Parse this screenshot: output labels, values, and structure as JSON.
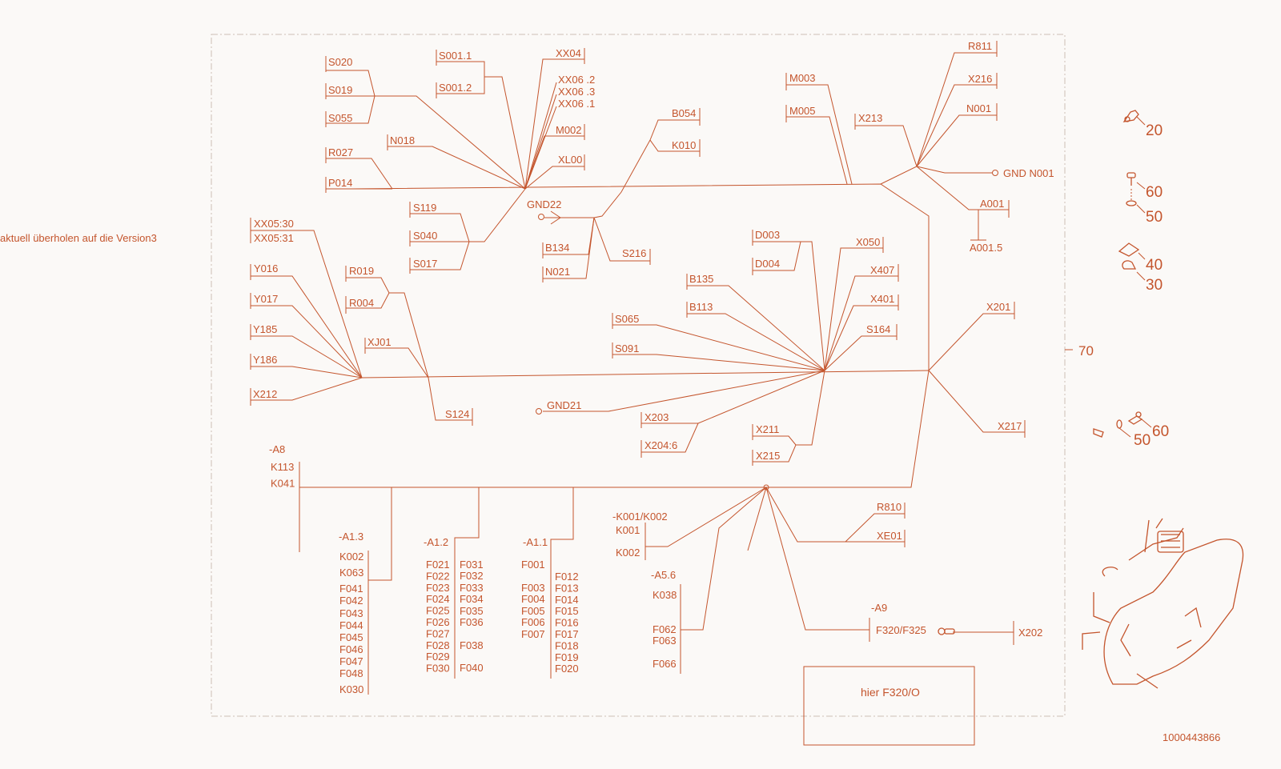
{
  "note": "aktuell überholen auf die Version3",
  "document_number": "1000443866",
  "hint_box": "hier F320/O",
  "harness_callout": "70",
  "connectors": {
    "s020": "S020",
    "s019": "S019",
    "s055": "S055",
    "s001_1": "S001.1",
    "s001_2": "S001.2",
    "xx04": "XX04",
    "xx06_2": "XX06 .2",
    "xx06_3": "XX06 .3",
    "xx06_1": "XX06 .1",
    "m002": "M002",
    "xl00": "XL00",
    "n018": "N018",
    "r027": "R027",
    "p014": "P014",
    "b054": "B054",
    "k010": "K010",
    "gnd22": "GND22",
    "s119": "S119",
    "s040": "S040",
    "s017": "S017",
    "b134": "B134",
    "n021": "N021",
    "s216": "S216",
    "m003": "M003",
    "m005": "M005",
    "x213": "X213",
    "r811": "R811",
    "x216": "X216",
    "n001": "N001",
    "gnd_n001": "GND N001",
    "a001": "A001",
    "a001_5": "A001.5",
    "xx05_30": "XX05:30",
    "xx05_31": "XX05:31",
    "y016": "Y016",
    "y017": "Y017",
    "y185": "Y185",
    "y186": "Y186",
    "x212": "X212",
    "r019": "R019",
    "r004": "R004",
    "xj01": "XJ01",
    "s124": "S124",
    "d003": "D003",
    "d004": "D004",
    "x050": "X050",
    "x407": "X407",
    "x401": "X401",
    "s164": "S164",
    "b135": "B135",
    "b113": "B113",
    "s065": "S065",
    "s091": "S091",
    "x201": "X201",
    "gnd21": "GND21",
    "x203": "X203",
    "x204_6": "X204:6",
    "x211": "X211",
    "x215": "X215",
    "x217": "X217",
    "r810": "R810",
    "xe01": "XE01",
    "x202": "X202",
    "f320_f325": "F320/F325"
  },
  "groups": {
    "a8": {
      "title": "-A8",
      "items": [
        "K113",
        "K041"
      ]
    },
    "a1_3": {
      "title": "-A1.3",
      "items": [
        "K002",
        "K063",
        "F041",
        "F042",
        "F043",
        "F044",
        "F045",
        "F046",
        "F047",
        "F048",
        "K030"
      ]
    },
    "a1_2": {
      "title": "-A1.2",
      "col1": [
        "F021",
        "F022",
        "F023",
        "F024",
        "F025",
        "F026",
        "F027",
        "F028",
        "F029",
        "F030"
      ],
      "col2": [
        "F031",
        "F032",
        "F033",
        "F034",
        "F035",
        "F036",
        "F038",
        "F040"
      ]
    },
    "a1_1": {
      "title": "-A1.1",
      "col1": [
        "F001",
        "F003",
        "F004",
        "F005",
        "F006",
        "F007"
      ],
      "col2": [
        "F012",
        "F013",
        "F014",
        "F015",
        "F016",
        "F017",
        "F018",
        "F019",
        "F020"
      ]
    },
    "k001": {
      "title": "-K001/K002",
      "items": [
        "K001",
        "K002"
      ]
    },
    "a5_6": {
      "title": "-A5.6",
      "items": [
        "K038",
        "F062",
        "F063",
        "F066"
      ]
    },
    "a9": {
      "title": "-A9"
    }
  },
  "parts": {
    "p20": "20",
    "p60a": "60",
    "p50a": "50",
    "p40": "40",
    "p30": "30",
    "p50b": "50",
    "p60b": "60"
  }
}
